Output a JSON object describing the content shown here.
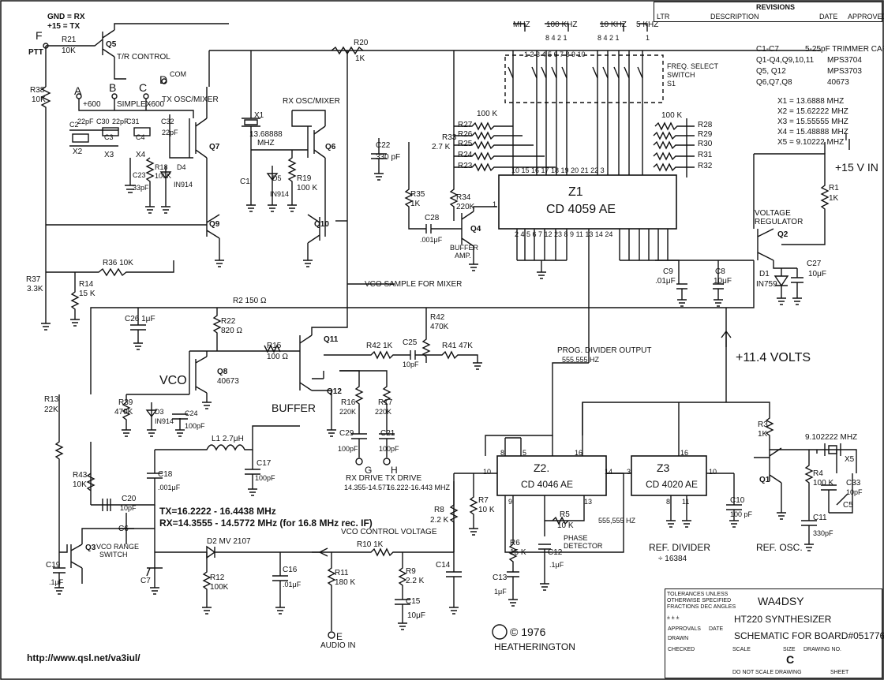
{
  "revisions": {
    "title": "REVISIONS",
    "columns": [
      "LTR",
      "DESCRIPTION",
      "DATE",
      "APPROVED"
    ]
  },
  "top_left": {
    "gnd_rx": "GND = RX",
    "tx": "+15 = TX",
    "ptt_letter": "F",
    "ptt": "PTT",
    "tr_control": "T/R CONTROL"
  },
  "switch_labels": {
    "mhz": "MHZ",
    "khz100": "100 KHZ",
    "khz10": "10 KHZ",
    "khz5": "5 KHZ",
    "weights_100": "8  4  2  1",
    "weights_10": "8  4  2  1",
    "weights_1": "1",
    "positions": "1   2   3   4   5       6   7   8   9       10",
    "freq_select": "FREQ. SELECT",
    "switch": "SWITCH",
    "s1": "S1"
  },
  "parts_table": [
    {
      "ref": "C1-C7",
      "desc": "5-25pF TRIMMER CAP."
    },
    {
      "ref": "Q1-Q4,Q9,10,11",
      "desc": "MPS3704"
    },
    {
      "ref": "Q5, Q12",
      "desc": "MPS3703"
    },
    {
      "ref": "Q6,Q7,Q8",
      "desc": "40673"
    }
  ],
  "crystals": [
    "X1 = 13.6888 MHZ",
    "X2 = 15.62222 MHZ",
    "X3 = 15.55555 MHZ",
    "X4 = 15.48888 MHZ",
    "X5 = 9.10222 MHZ"
  ],
  "power": {
    "plus15": "+15 V IN",
    "plus114": "+11.4 VOLTS",
    "vreg": "VOLTAGE",
    "vreg2": "REGULATOR",
    "q2": "Q2",
    "d1": "D1",
    "d1v": "IN759",
    "r1": "R1",
    "r1v": "1K",
    "c27": "C27",
    "c27v": "10μF",
    "c8": "C8",
    "c8v": "10μF",
    "c9": "C9",
    "c9v": ".01μF",
    "marker": "I"
  },
  "z1": {
    "ref": "Z1",
    "part": "CD 4059 AE",
    "top_pins": "10    15  16  17  18     19  20  21  22     3",
    "bot_pins": "2  4  5  6  7  12   23     8  9  11  13  14  24",
    "pin1": "1"
  },
  "z2": {
    "ref": "Z2.",
    "part": "CD 4046 AE",
    "p8": "8",
    "p5": "5",
    "p16": "16",
    "p10": "10",
    "p14": "14",
    "p9": "9",
    "p13": "13"
  },
  "z3": {
    "ref": "Z3",
    "part": "CD 4020 AE",
    "p16": "16",
    "p3": "3",
    "p10": "10",
    "p8": "8",
    "p11": "11"
  },
  "resistors_left": [
    "R27",
    "R26",
    "R25",
    "R24",
    "R23"
  ],
  "resistors_right": [
    "R28",
    "R29",
    "R30",
    "R31",
    "R32"
  ],
  "res100k_left": "100 K",
  "res100k_right": "100 K",
  "osc_mixer": {
    "a": "A",
    "b": "B",
    "c": "C",
    "d": "D",
    "p600": "+600",
    "simplex": "SIMPLEX",
    "m600": "-600",
    "com": "COM",
    "tx_osc": "TX OSC/MIXER",
    "rx_osc": "RX OSC/MIXER",
    "c2": "C2",
    "c3": "C3",
    "c4": "C4",
    "x2": "X2",
    "x3": "X3",
    "x4": "X4",
    "cap22a": "22pF",
    "cap22b": "22pF",
    "cap22c": "22pF",
    "c30": "C30",
    "c31": "C31",
    "c32": "C32",
    "c23": "C23",
    "c23v": "33pF",
    "r18": "R18",
    "r18v": "100K",
    "d4": "D4",
    "d4v": "IN914",
    "q7": "Q7",
    "q6": "Q6",
    "q9": "Q9",
    "q10": "Q10",
    "x1": "X1",
    "x1v": "13.68888",
    "x1u": "MHZ",
    "c1": "C1",
    "d5": "D5",
    "d5v": "IN914",
    "r19": "R19",
    "r19v": "100 K"
  },
  "labels_mid": {
    "r20": "R20",
    "r20v": "1K",
    "r21": "R21",
    "r21v": "10K",
    "q5": "Q5",
    "r38": "R38",
    "r38v": "10K",
    "c22": "C22",
    "c22v": "330 pF",
    "r33": "R33",
    "r33v": "2.7 K",
    "r35": "R35",
    "r35v": "1K",
    "r34": "R34",
    "r34v": "220K",
    "c28": "C28",
    "c28v": ".001μF",
    "q4": "Q4",
    "buffer_amp": "BUFFER",
    "buffer_amp2": "AMP.",
    "r36": "R36  10K",
    "r37": "R37",
    "r37v": "3.3K",
    "r14": "R14",
    "r14v": "15 K",
    "vco_sample": "VCO SAMPLE FOR MIXER"
  },
  "vco": {
    "title": "VCO",
    "buffer": "BUFFER",
    "r2": "R2   150 Ω",
    "c26": "C26  1μF",
    "r22": "R22",
    "r22v": "820 Ω",
    "r42": "R42",
    "r42v": "470K",
    "r15": "R15",
    "r15v": "100 Ω",
    "q11": "Q11",
    "q12": "Q12",
    "q8": "Q8",
    "q8v": "40673",
    "r42b": "R42   1K",
    "c25": "C25",
    "c25v": "10pF",
    "r41": "R41   47K",
    "r39": "R39",
    "r39v": "470K",
    "d3": "D3",
    "d3v": "IN914",
    "c24": "C24",
    "c24v": "100pF",
    "r16": "R16",
    "r16v": "220K",
    "r17": "R17",
    "r17v": "220K",
    "c29": "C29",
    "c29v": "100pF",
    "c21": "C21",
    "c21v": "100pF",
    "g": "G",
    "h": "H",
    "rx_drive": "RX DRIVE",
    "rx_drive_f": "14.355-14.577",
    "tx_drive": "TX DRIVE",
    "tx_drive_f": "16.222-16.443 MHZ",
    "l1": "L1   2.7μH",
    "c17": "C17",
    "c17v": "100pF",
    "c18": "C18",
    "c18v": ".001μF",
    "r13": "R13",
    "r13v": "22K",
    "r43": "R43",
    "r43v": "10K",
    "c20": "C20",
    "c20v": "10pF",
    "c6": "C6",
    "q3": "Q3",
    "vco_range": "VCO RANGE",
    "vco_range2": "SWITCH",
    "c7": "C7",
    "c19": "C19",
    "c19v": ".1μF"
  },
  "annotation": {
    "tx": "TX=16.2222 - 16.4438 MHz",
    "rx": "RX=14.3555 - 14.5772 MHz (for 16.8 MHz rec. IF)"
  },
  "lower": {
    "d2": "D2   MV 2107",
    "r12": "R12",
    "r12v": "100K",
    "c16": "C16",
    "c16v": ".01μF",
    "vco_ctrl": "VCO CONTROL VOLTAGE",
    "r10": "R10   1K",
    "r11": "R11",
    "r11v": "180 K",
    "e": "E",
    "audio_in": "AUDIO IN",
    "r9": "R9",
    "r9v": "2.2 K",
    "c15": "C15",
    "c15v": "10μF",
    "c14": "C14",
    "r8": "R8",
    "r8v": "2.2 K",
    "r7": "R7",
    "r7v": "10 K",
    "r6": "R6",
    "r6v": "15 K",
    "c13": "C13",
    "c13v": "1μF",
    "c12": "C12",
    "c12v": ".1μF",
    "r5": "R5",
    "r5v": "10 K",
    "phase_det": "PHASE",
    "phase_det2": "DETECTOR",
    "prog_div": "PROG. DIVIDER OUTPUT",
    "prog_div_f": "555,555 HZ",
    "f555": "555,555 HZ",
    "ref_div": "REF. DIVIDER",
    "ref_div_n": "÷ 16384",
    "ref_osc": "REF. OSC.",
    "r3": "R3",
    "r3v": "1K",
    "r4": "R4",
    "r4v": "100 K",
    "q1": "Q1",
    "c10": "C10",
    "c10v": "100 pF",
    "c11": "C11",
    "c11v": "330pF",
    "c33": "C33",
    "c33v": "10pF",
    "c5": "C5",
    "x5": "X5",
    "x5f": "9.102222 MHZ"
  },
  "copyright": {
    "year": "© 1976",
    "author": "HEATHERINGTON"
  },
  "url": "http://www.qsl.net/va3iul/",
  "title_block": {
    "tolerances": [
      "TOLERANCES UNLESS",
      "OTHERWISE SPECIFIED",
      "FRACTIONS  DEC  ANGLES",
      "±       ±      ±"
    ],
    "approvals": "APPROVALS",
    "date": "DATE",
    "drawn": "DRAWN",
    "checked": "CHECKED",
    "company": "WA4DSY",
    "title1": "HT220 SYNTHESIZER",
    "title2": "SCHEMATIC FOR BOARD#051776",
    "scale": "SCALE",
    "size": "SIZE",
    "size_val": "C",
    "drawing_no": "DRAWING NO.",
    "no_scale": "DO NOT SCALE DRAWING",
    "sheet": "SHEET"
  }
}
